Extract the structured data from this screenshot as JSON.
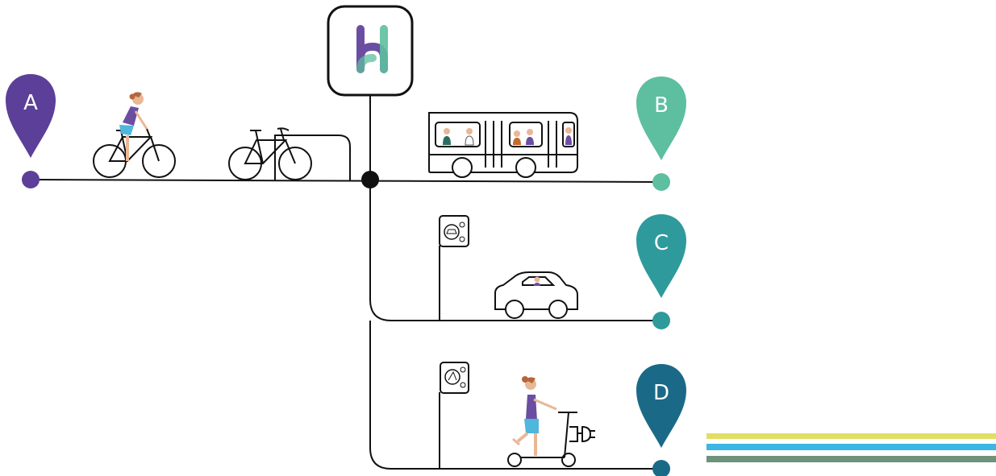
{
  "hub": {
    "icon": "hub-logo-h",
    "colors": {
      "left": "#6b4ea2",
      "right": "#5ebf9f"
    }
  },
  "destinations": [
    {
      "label": "A",
      "mode": "bicycle",
      "color": "#5c3f98"
    },
    {
      "label": "B",
      "mode": "bus",
      "color": "#5dbfa0"
    },
    {
      "label": "C",
      "mode": "car",
      "color": "#2e9a9c"
    },
    {
      "label": "D",
      "mode": "electric-scooter",
      "color": "#1a6a87"
    }
  ],
  "icons": {
    "bike_rack": "bike-rack-icon",
    "car_charger": "car-charging-sign-icon",
    "scooter_charger": "scooter-charging-sign-icon",
    "plug": "electric-plug-icon"
  },
  "palette": {
    "line": "#111111",
    "skin": "#e9b796",
    "hair": "#b5673b",
    "shirt": "#6b4ea2",
    "shorts": "#4fb6dd",
    "stripes": [
      "#e1df63",
      "#3cb6e3",
      "#6f927a"
    ]
  }
}
